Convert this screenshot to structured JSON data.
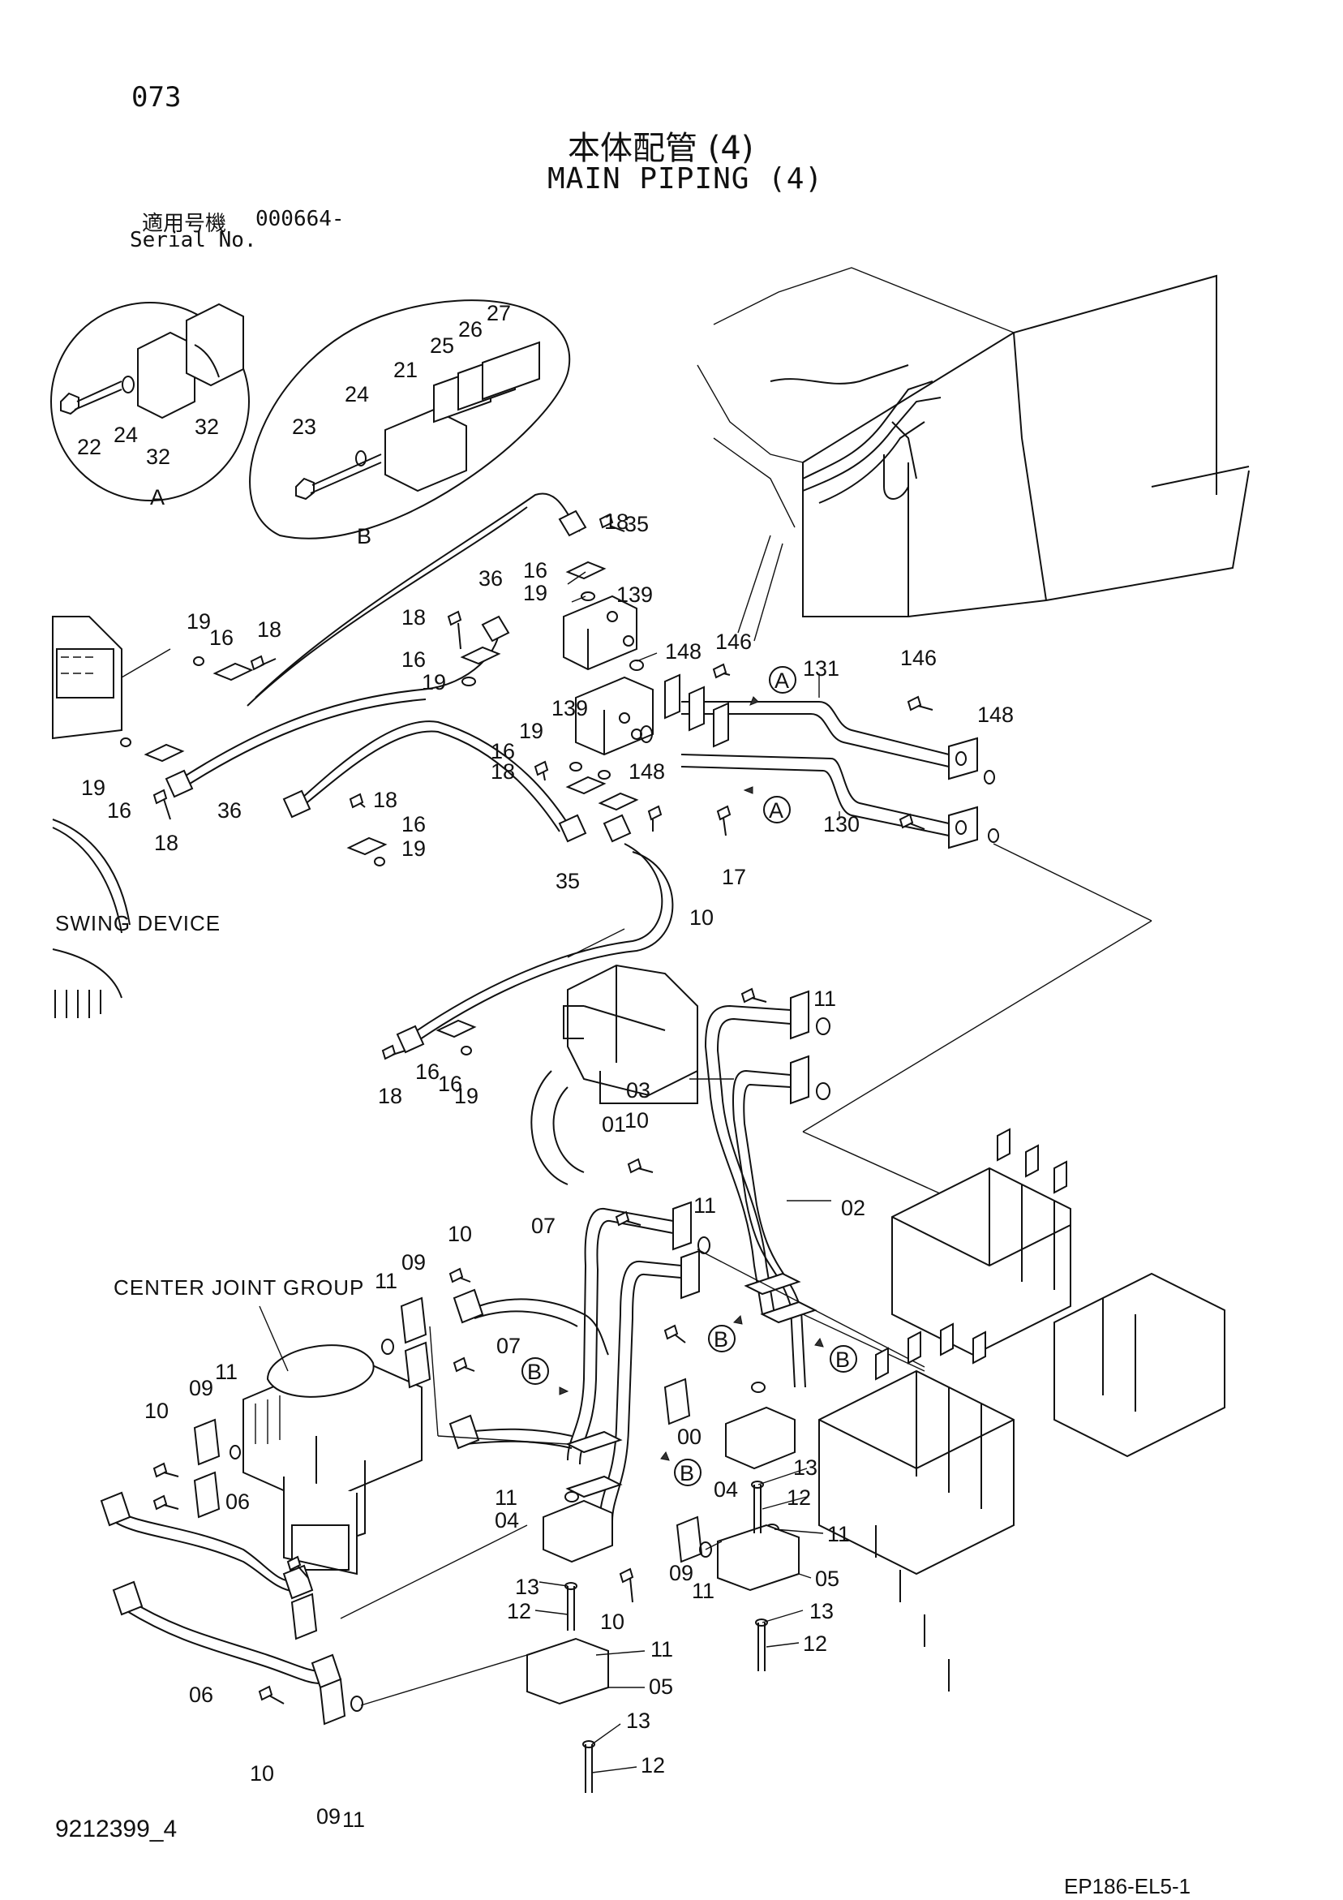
{
  "header": {
    "page_number": "073",
    "title_jp": "本体配管 (4)",
    "title_en": "MAIN PIPING (4)",
    "serial_label_jp": "適用号機",
    "serial_value": "000664-",
    "serial_label_en": "Serial No."
  },
  "footer": {
    "drawing_number": "9212399_4",
    "page_code": "EP186-EL5-1"
  },
  "diagram": {
    "detail_a_label": "A",
    "detail_b_label": "B",
    "labels": {
      "swing_device": "SWING DEVICE",
      "center_joint_group": "CENTER JOINT GROUP"
    },
    "callout_a": "A",
    "callout_b": "B",
    "part_callouts": [
      "22",
      "24",
      "32",
      "32",
      "21",
      "23",
      "24",
      "25",
      "26",
      "27",
      "35",
      "18",
      "16",
      "19",
      "36",
      "139",
      "18",
      "16",
      "19",
      "148",
      "146",
      "131",
      "146",
      "148",
      "19",
      "16",
      "18",
      "19",
      "16",
      "18",
      "36",
      "139",
      "19",
      "16",
      "18",
      "148",
      "18",
      "16",
      "19",
      "130",
      "17",
      "35",
      "10",
      "11",
      "03",
      "18",
      "16",
      "16",
      "19",
      "10",
      "01",
      "02",
      "11",
      "07",
      "10",
      "09",
      "11",
      "07",
      "11",
      "09",
      "10",
      "06",
      "00",
      "11",
      "04",
      "13",
      "12",
      "04",
      "13",
      "12",
      "11",
      "05",
      "13",
      "12",
      "09",
      "11",
      "10",
      "11",
      "05",
      "13",
      "12",
      "06",
      "10",
      "09",
      "11"
    ]
  }
}
